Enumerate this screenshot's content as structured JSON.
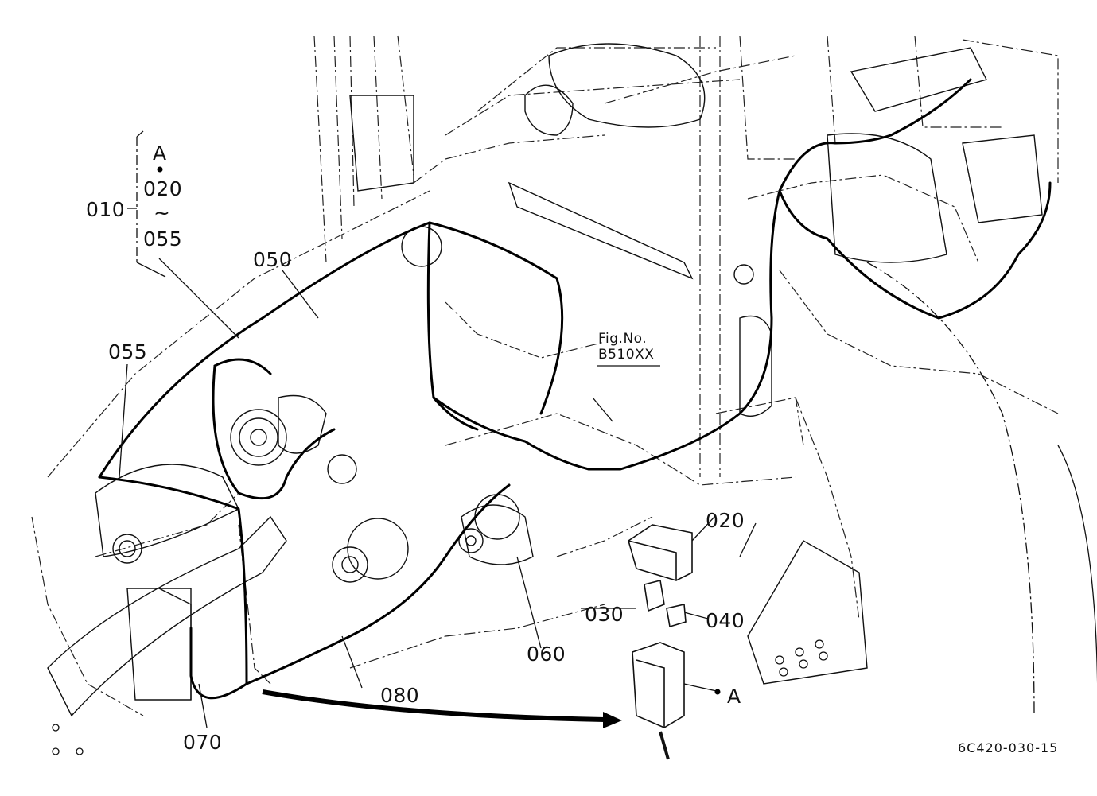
{
  "group": {
    "label": "010",
    "items": [
      "A",
      "020",
      "~",
      "055"
    ]
  },
  "callouts": {
    "c050": "050",
    "c055": "055",
    "c020": "020",
    "c030": "030",
    "c040": "040",
    "c060": "060",
    "c070": "070",
    "c080": "080",
    "cA": "A"
  },
  "figure_ref": {
    "line1": "Fig.No.",
    "line2": "B510XX"
  },
  "drawing_number": "6C420-030-15"
}
